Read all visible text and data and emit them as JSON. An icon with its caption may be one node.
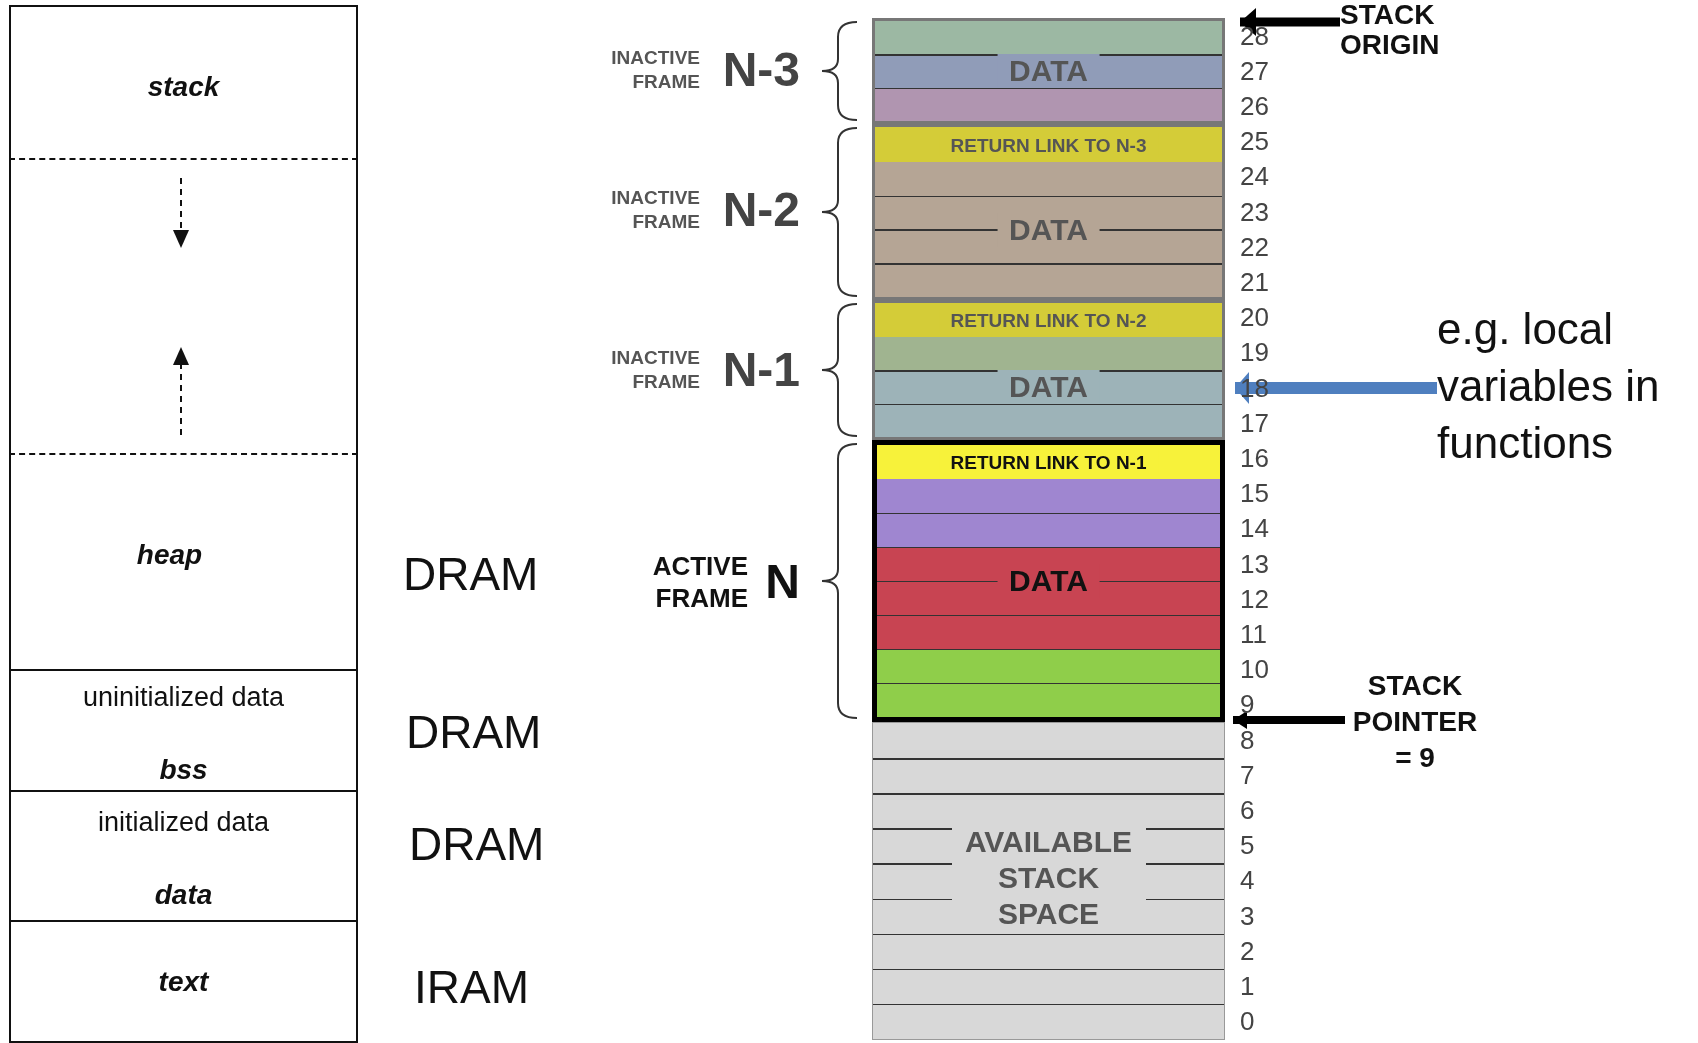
{
  "diagram": {
    "nodes": [
      {
        "text": [
          "stack"
        ]
      },
      {
        "text": [],
        "shape": "box"
      },
      {
        "text": [
          "heap"
        ]
      },
      {
        "text": [
          "uninitialized data",
          "bss"
        ]
      },
      {
        "text": [
          "initialized data",
          "data"
        ]
      },
      {
        "text": [
          "text"
        ]
      },
      {
        "text": [
          "INACTIVE FRAME",
          "N-3"
        ]
      },
      {
        "text": [
          "DATA"
        ],
        "in": 6
      },
      {
        "text": [
          "INACTIVE FRAME",
          "N-2"
        ]
      },
      {
        "text": [
          "RETURN LINK TO N-3"
        ],
        "in": 8
      },
      {
        "text": [
          "DATA"
        ],
        "in": 8
      },
      {
        "text": [
          "INACTIVE FRAME",
          "N-1"
        ]
      },
      {
        "text": [
          "RETURN LINK TO N-2"
        ],
        "in": 11
      },
      {
        "text": [
          "DATA"
        ],
        "in": 11
      },
      {
        "text": [
          "ACTIVE FRAME",
          "N"
        ]
      },
      {
        "text": [
          "RETURN LINK TO N-1"
        ],
        "in": 14
      },
      {
        "text": [
          "DATA"
        ],
        "in": 14
      },
      {
        "text": [
          "AVAILABLE STACK SPACE"
        ]
      },
      {
        "text": [
          "STACK ORIGIN"
        ]
      },
      {
        "text": [
          "e.g. local variables in functions"
        ]
      },
      {
        "text": [
          "STACK POINTER = 9"
        ]
      }
    ],
    "edges": [
      {
        "from": 18,
        "to": 6,
        "arrow": "to"
      },
      {
        "from": 19,
        "to": 13,
        "arrow": "to",
        "color": "#4f7fbf"
      },
      {
        "from": 20,
        "to": 16,
        "arrow": "to"
      }
    ],
    "labels": [
      "28",
      "27",
      "26",
      "25",
      "24",
      "23",
      "22",
      "21",
      "20",
      "19",
      "18",
      "17",
      "16",
      "15",
      "14",
      "13",
      "12",
      "11",
      "10",
      "9",
      "8",
      "7",
      "6",
      "5",
      "4",
      "3",
      "2",
      "1",
      "0",
      "DRAM",
      "DRAM",
      "DRAM",
      "IRAM"
    ]
  }
}
